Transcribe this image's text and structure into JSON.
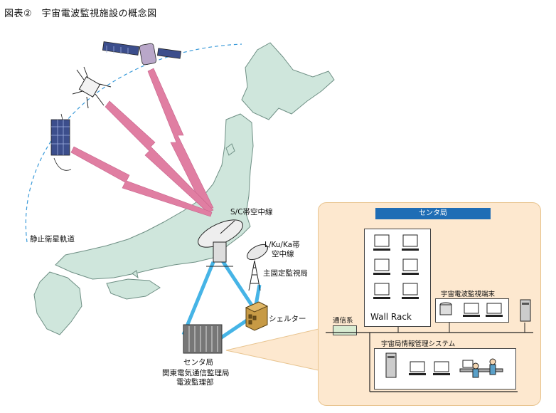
{
  "figure": {
    "title": "図表②　宇宙電波監視施設の概念図"
  },
  "labels": {
    "orbit": "静止衛星軌道",
    "sc_relay": "S/C帯空中線",
    "lku_line1": "L/Ku/Ka帯",
    "lku_line2": "空中線",
    "main_station": "主固定監視局",
    "shelter": "シェルター",
    "center_line1": "センタ局",
    "center_line2": "関東電気通信監理局",
    "center_line3": "電波監理部"
  },
  "inset": {
    "header": "センタ局",
    "wall_rack": "Wall Rack",
    "comm": "通信系",
    "terminal": "宇宙電波監視端末",
    "info_system": "宇宙局情報管理システム"
  },
  "colors": {
    "land": "#cfe6dc",
    "sea_line": "#3a9ad9",
    "beam": "#e07ea2",
    "network": "#46b4e6",
    "inset_bg": "#fde8cf",
    "header_bg": "#1f6db5"
  }
}
